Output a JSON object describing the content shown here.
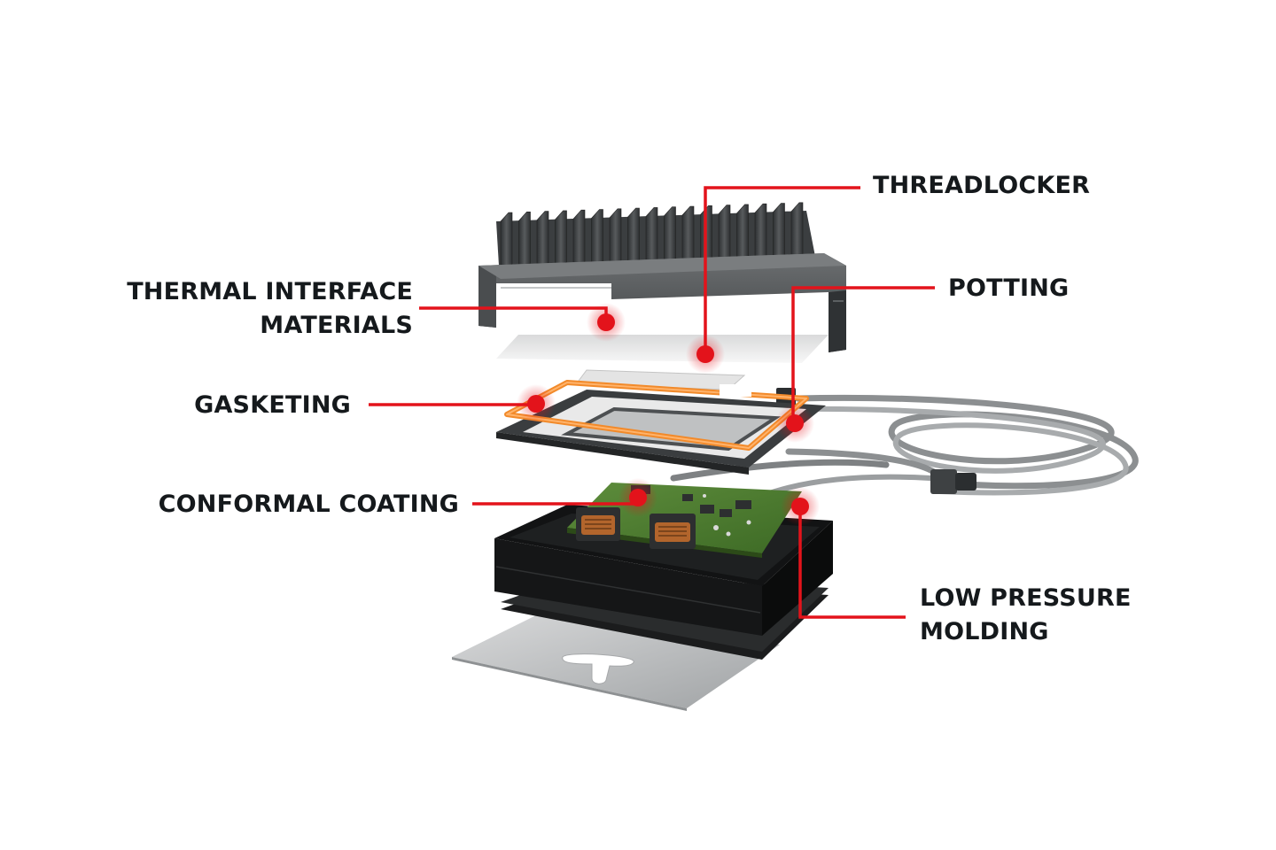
{
  "diagram": {
    "accent_color": "#e3131b",
    "text_color": "#15191c",
    "labels": {
      "thermal_interface": [
        "THERMAL INTERFACE",
        "MATERIALS"
      ],
      "gasketing": [
        "GASKETING"
      ],
      "conformal_coating": [
        "CONFORMAL COATING"
      ],
      "threadlocker": [
        "THREADLOCKER"
      ],
      "potting": [
        "POTTING"
      ],
      "low_pressure_molding": [
        "LOW PRESSURE",
        "MOLDING"
      ]
    },
    "components": [
      "heatsink",
      "thermal-pad",
      "gasket-frame",
      "cable-bundle",
      "circuit-board",
      "housing",
      "base-plate"
    ]
  }
}
